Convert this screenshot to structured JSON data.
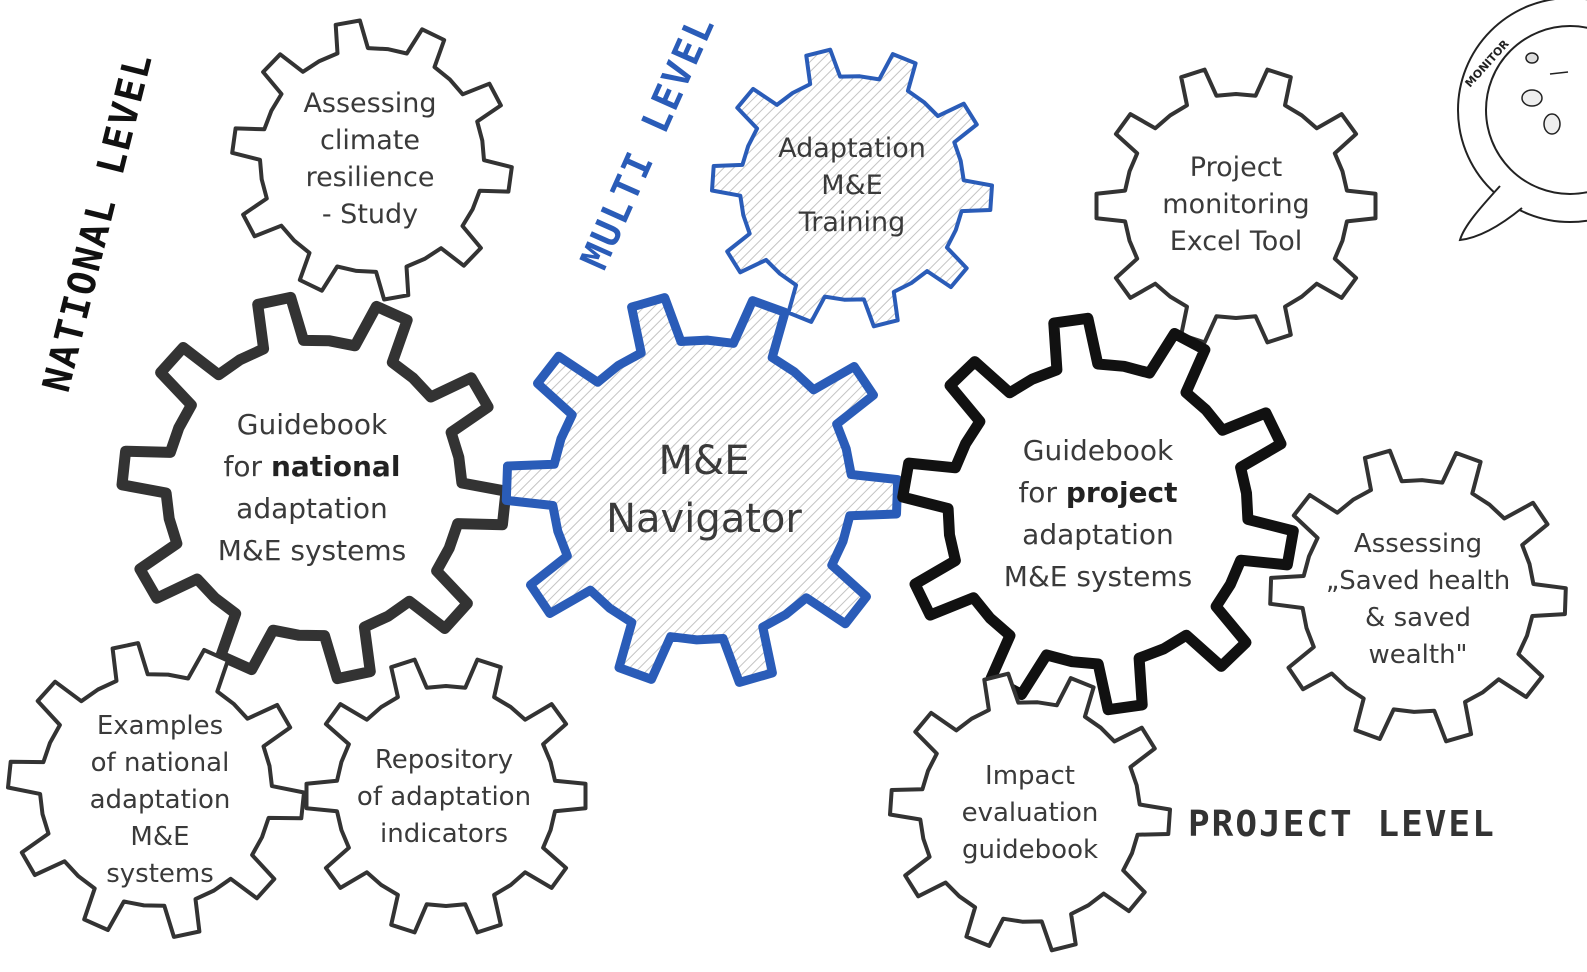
{
  "levels": {
    "national": "NATIONAL LEVEL",
    "multi": "MULTI LEVEL",
    "project": "PROJECT LEVEL"
  },
  "badge": {
    "text": "MONITOR"
  },
  "colors": {
    "blue": "#2a5cb8",
    "black": "#111111",
    "dark": "#333333",
    "text": "#3a3a3a"
  },
  "gears": [
    {
      "id": "assessing-climate",
      "lines": [
        "Assessing",
        "climate",
        "resilience",
        "- Study"
      ]
    },
    {
      "id": "adaptation-training",
      "lines": [
        "Adaptation",
        "M&E",
        "Training"
      ]
    },
    {
      "id": "project-monitoring",
      "lines": [
        "Project",
        "monitoring",
        "Excel Tool"
      ]
    },
    {
      "id": "guidebook-national",
      "lines": [
        [
          "Guidebook"
        ],
        [
          "for ",
          "national"
        ],
        [
          "adaptation"
        ],
        [
          "M&E systems"
        ]
      ]
    },
    {
      "id": "me-navigator",
      "lines": [
        "M&E",
        "Navigator"
      ]
    },
    {
      "id": "guidebook-project",
      "lines": [
        [
          "Guidebook"
        ],
        [
          "for ",
          "project"
        ],
        [
          "adaptation"
        ],
        [
          "M&E systems"
        ]
      ]
    },
    {
      "id": "saved-health",
      "lines": [
        "Assessing",
        "„Saved health",
        "& saved",
        "wealth\""
      ]
    },
    {
      "id": "examples-national",
      "lines": [
        "Examples",
        "of national",
        "adaptation",
        "M&E",
        "systems"
      ]
    },
    {
      "id": "repository-indicators",
      "lines": [
        "Repository",
        "of adaptation",
        "indicators"
      ]
    },
    {
      "id": "impact-evaluation",
      "lines": [
        "Impact",
        "evaluation",
        "guidebook"
      ]
    }
  ]
}
